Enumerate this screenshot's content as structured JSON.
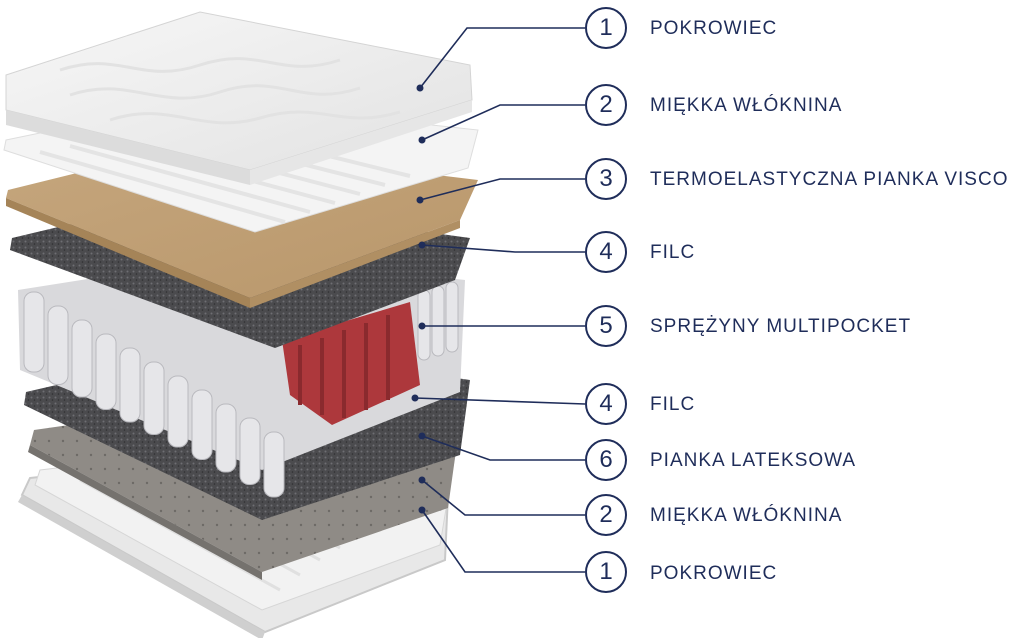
{
  "layers": [
    {
      "number": "1",
      "label": "POKROWIEC"
    },
    {
      "number": "2",
      "label": "MIĘKKA WŁÓKNINA"
    },
    {
      "number": "3",
      "label": "TERMOELASTYCZNA PIANKA VISCO"
    },
    {
      "number": "4",
      "label": "FILC"
    },
    {
      "number": "5",
      "label": "SPRĘŻYNY MULTIPOCKET"
    },
    {
      "number": "4",
      "label": "FILC"
    },
    {
      "number": "6",
      "label": "PIANKA LATEKSOWA"
    },
    {
      "number": "2",
      "label": "MIĘKKA WŁÓKNINA"
    },
    {
      "number": "1",
      "label": "POKROWIEC"
    }
  ],
  "colors": {
    "callout": "#1f2d5a",
    "cover": "#efefef",
    "fleece": "#f4f4f4",
    "visco": "#c9ab84",
    "felt": "#4a4a4d",
    "springs": "#dcdcdf",
    "springs_accent": "#b03a3e",
    "latex": "#8e8a85"
  }
}
